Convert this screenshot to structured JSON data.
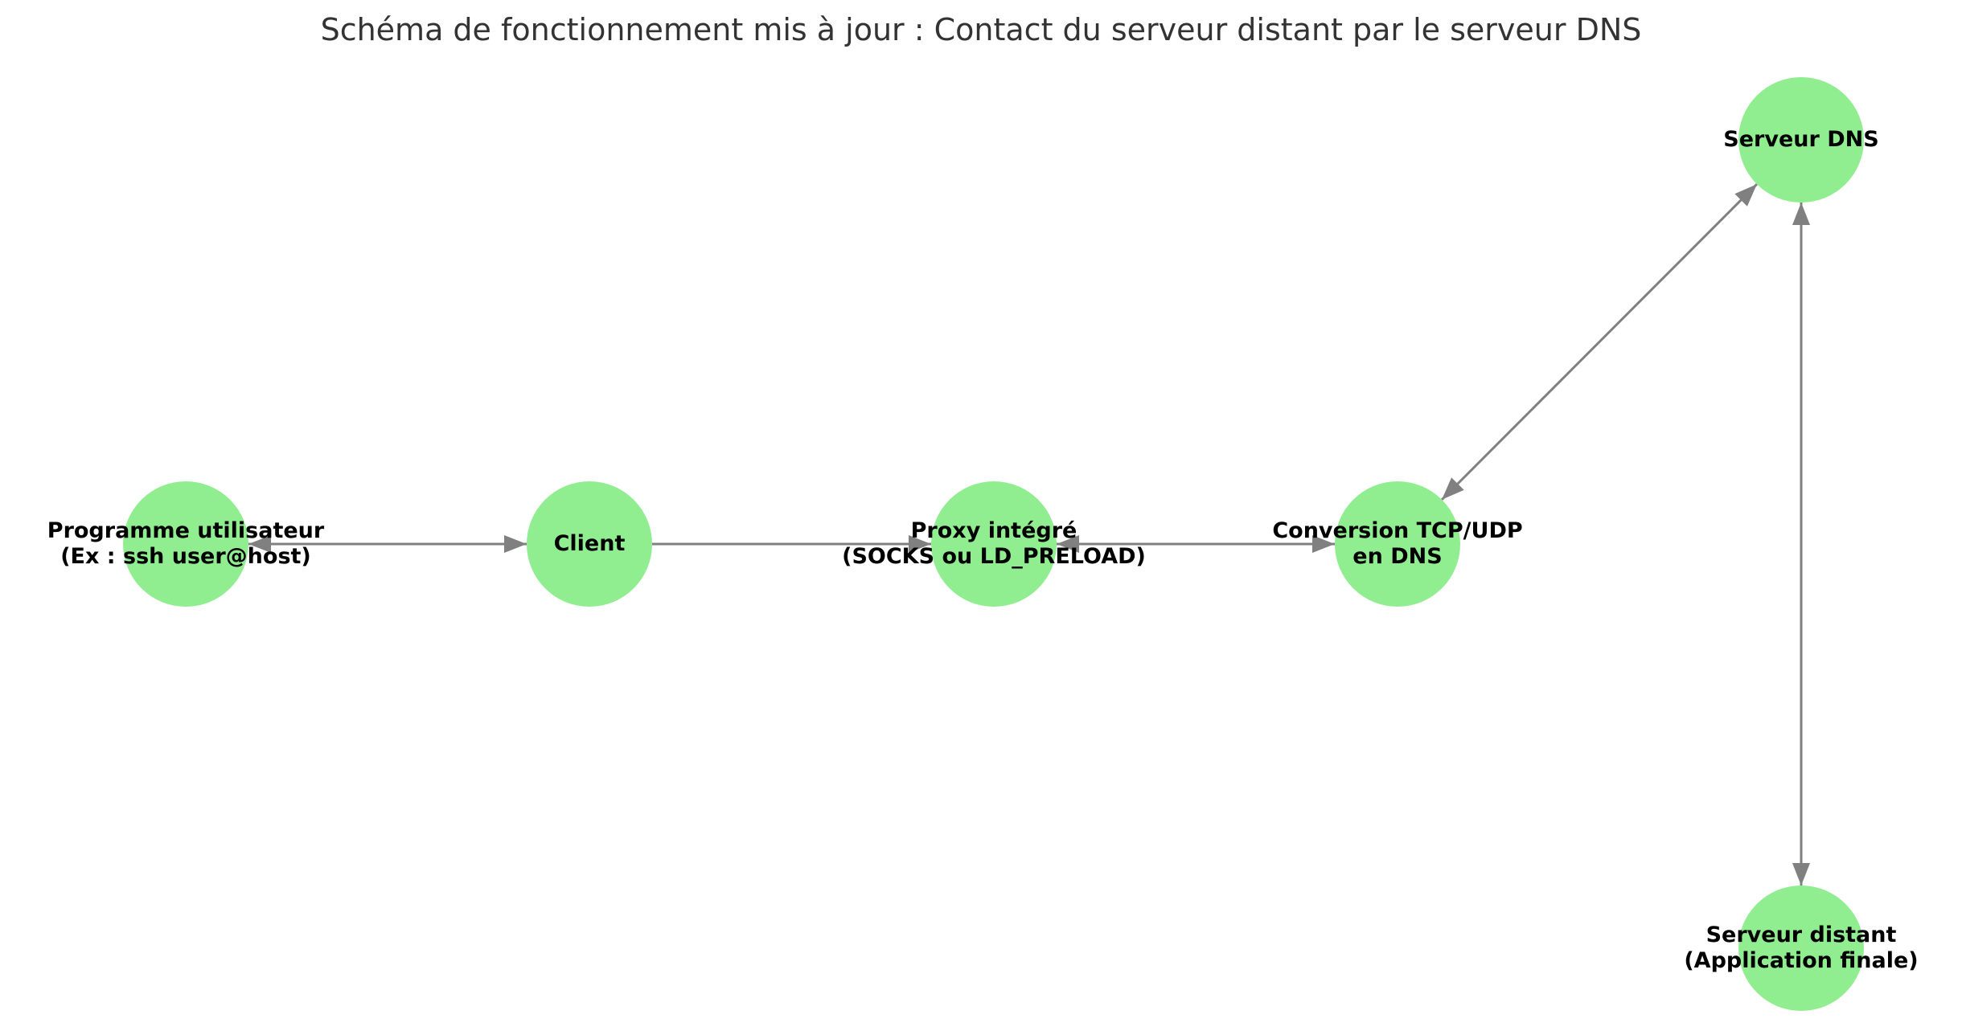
{
  "title": "Schéma de fonctionnement mis à jour : Contact du serveur distant par le serveur DNS",
  "colors": {
    "node_fill": "#90ee90",
    "edge": "#808080",
    "label": "#000000",
    "title": "#333333",
    "background": "#ffffff"
  },
  "nodes": {
    "programme": {
      "line1": "Programme utilisateur",
      "line2": "(Ex : ssh user@host)"
    },
    "client": {
      "line1": "Client"
    },
    "proxy": {
      "line1": "Proxy intégré",
      "line2": "(SOCKS ou LD_PRELOAD)"
    },
    "conversion": {
      "line1": "Conversion TCP/UDP",
      "line2": "en DNS"
    },
    "dns": {
      "line1": "Serveur DNS"
    },
    "distant": {
      "line1": "Serveur distant",
      "line2": "(Application finale)"
    }
  },
  "edges": [
    {
      "from": "programme",
      "to": "client",
      "direction": "both"
    },
    {
      "from": "client",
      "to": "proxy",
      "direction": "forward"
    },
    {
      "from": "proxy",
      "to": "conversion",
      "direction": "both"
    },
    {
      "from": "conversion",
      "to": "dns",
      "direction": "both"
    },
    {
      "from": "dns",
      "to": "distant",
      "direction": "both"
    }
  ]
}
